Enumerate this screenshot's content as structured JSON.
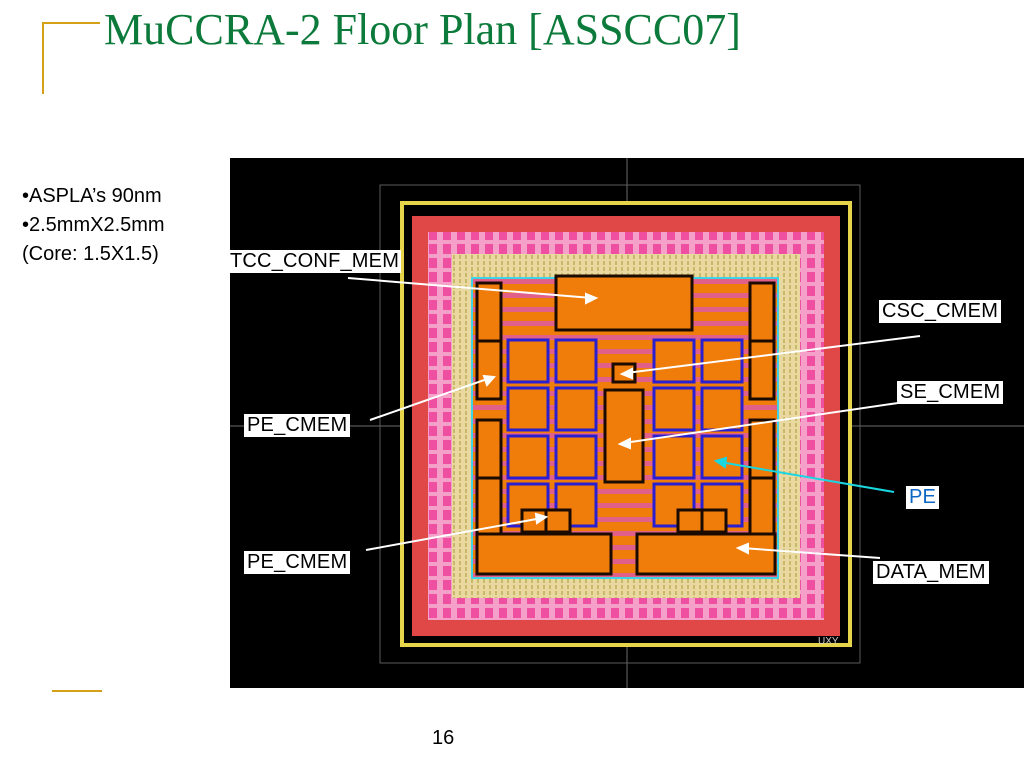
{
  "slide": {
    "title": "MuCCRA-2 Floor Plan [ASSCC07]",
    "bullets": [
      "•ASPLA’s 90nm",
      "•2.5mmX2.5mm",
      "(Core: 1.5X1.5)"
    ],
    "page_number": "16"
  },
  "figure": {
    "labels": {
      "tcc_conf_mem": "TCC_CONF_MEM",
      "csc_cmem": "CSC_CMEM",
      "se_cmem": "SE_CMEM",
      "pe_cmem_upper": "PE_CMEM",
      "pe_cmem_lower": "PE_CMEM",
      "pe": "PE",
      "data_mem": "DATA_MEM"
    },
    "die_marking": "UXY"
  },
  "colors": {
    "title": "#0b7a3a",
    "accent": "#d4a017",
    "die_background": "#000000",
    "core_orange": "#f07c0a",
    "pe_outline": "#2a1fd0",
    "pad_ring_pink": "#f06ab0",
    "annotation_arrow": "#ffffff",
    "pe_arrow": "#1ad6e0"
  }
}
